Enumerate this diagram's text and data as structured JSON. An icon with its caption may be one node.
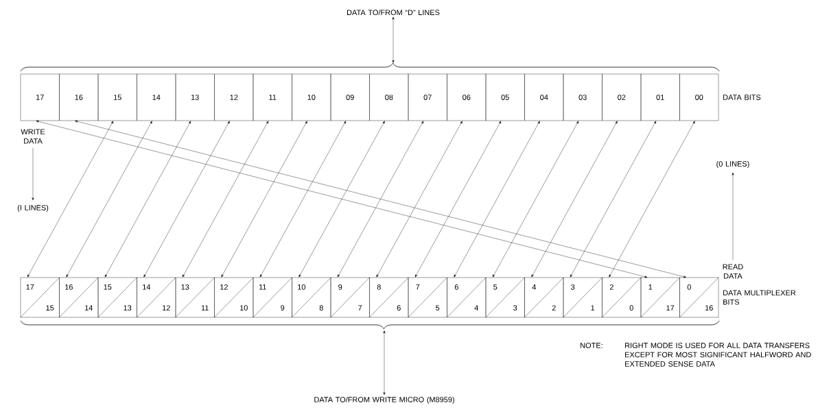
{
  "diagram": {
    "nodes": [
      {
        "text": [
          "DATA TO/FROM “D” LINES"
        ]
      },
      {
        "text": [
          "17"
        ]
      },
      {
        "text": [
          "16"
        ]
      },
      {
        "text": [
          "15"
        ]
      },
      {
        "text": [
          "14"
        ]
      },
      {
        "text": [
          "13"
        ]
      },
      {
        "text": [
          "12"
        ]
      },
      {
        "text": [
          "11"
        ]
      },
      {
        "text": [
          "10"
        ]
      },
      {
        "text": [
          "09"
        ]
      },
      {
        "text": [
          "08"
        ]
      },
      {
        "text": [
          "07"
        ]
      },
      {
        "text": [
          "06"
        ]
      },
      {
        "text": [
          "05"
        ]
      },
      {
        "text": [
          "04"
        ]
      },
      {
        "text": [
          "03"
        ]
      },
      {
        "text": [
          "02"
        ]
      },
      {
        "text": [
          "01"
        ]
      },
      {
        "text": [
          "00"
        ]
      },
      {
        "text": [
          "17",
          "15"
        ]
      },
      {
        "text": [
          "16",
          "14"
        ]
      },
      {
        "text": [
          "15",
          "13"
        ]
      },
      {
        "text": [
          "14",
          "12"
        ]
      },
      {
        "text": [
          "13",
          "11"
        ]
      },
      {
        "text": [
          "12",
          "10"
        ]
      },
      {
        "text": [
          "11",
          "9"
        ]
      },
      {
        "text": [
          "10",
          "8"
        ]
      },
      {
        "text": [
          "9",
          "7"
        ]
      },
      {
        "text": [
          "8",
          "6"
        ]
      },
      {
        "text": [
          "7",
          "5"
        ]
      },
      {
        "text": [
          "6",
          "4"
        ]
      },
      {
        "text": [
          "5",
          "3"
        ]
      },
      {
        "text": [
          "4",
          "2"
        ]
      },
      {
        "text": [
          "3",
          "1"
        ]
      },
      {
        "text": [
          "2",
          "0"
        ]
      },
      {
        "text": [
          "1",
          "17"
        ]
      },
      {
        "text": [
          "0",
          "16"
        ]
      },
      {
        "text": [
          "WRITE DATA"
        ]
      },
      {
        "text": [
          "(I LINES)"
        ]
      },
      {
        "text": [
          "READ DATA"
        ]
      },
      {
        "text": [
          "(0 LINES)"
        ]
      },
      {
        "text": [
          "DATA TO/FROM WRITE MICRO (M8959)"
        ]
      }
    ],
    "edges": [
      {
        "from": 3,
        "to": 19,
        "arrow": "both"
      },
      {
        "from": 4,
        "to": 20,
        "arrow": "both"
      },
      {
        "from": 5,
        "to": 21,
        "arrow": "both"
      },
      {
        "from": 6,
        "to": 22,
        "arrow": "both"
      },
      {
        "from": 7,
        "to": 23,
        "arrow": "both"
      },
      {
        "from": 8,
        "to": 24,
        "arrow": "both"
      },
      {
        "from": 9,
        "to": 25,
        "arrow": "both"
      },
      {
        "from": 10,
        "to": 26,
        "arrow": "both"
      },
      {
        "from": 11,
        "to": 27,
        "arrow": "both"
      },
      {
        "from": 12,
        "to": 28,
        "arrow": "both"
      },
      {
        "from": 13,
        "to": 29,
        "arrow": "both"
      },
      {
        "from": 14,
        "to": 30,
        "arrow": "both"
      },
      {
        "from": 15,
        "to": 31,
        "arrow": "both"
      },
      {
        "from": 16,
        "to": 32,
        "arrow": "both"
      },
      {
        "from": 17,
        "to": 33,
        "arrow": "both"
      },
      {
        "from": 18,
        "to": 34,
        "arrow": "both"
      },
      {
        "from": 1,
        "to": 35,
        "arrow": "both"
      },
      {
        "from": 2,
        "to": 36,
        "arrow": "both"
      },
      {
        "from": null,
        "to": 0,
        "arrow": "both"
      },
      {
        "from": null,
        "to": 41,
        "arrow": "both"
      },
      {
        "from": 37,
        "to": 38,
        "arrow": "to"
      },
      {
        "from": 39,
        "to": 40,
        "arrow": "to"
      }
    ],
    "labels": [
      "DATA BITS",
      "DATA MULTIPLEXER BITS",
      "NOTE:",
      "RIGHT MODE IS USED FOR ALL DATA TRANSFERS EXCEPT FOR MOST SIGNIFICANT HALFWORD AND EXTENDED SENSE DATA"
    ]
  }
}
